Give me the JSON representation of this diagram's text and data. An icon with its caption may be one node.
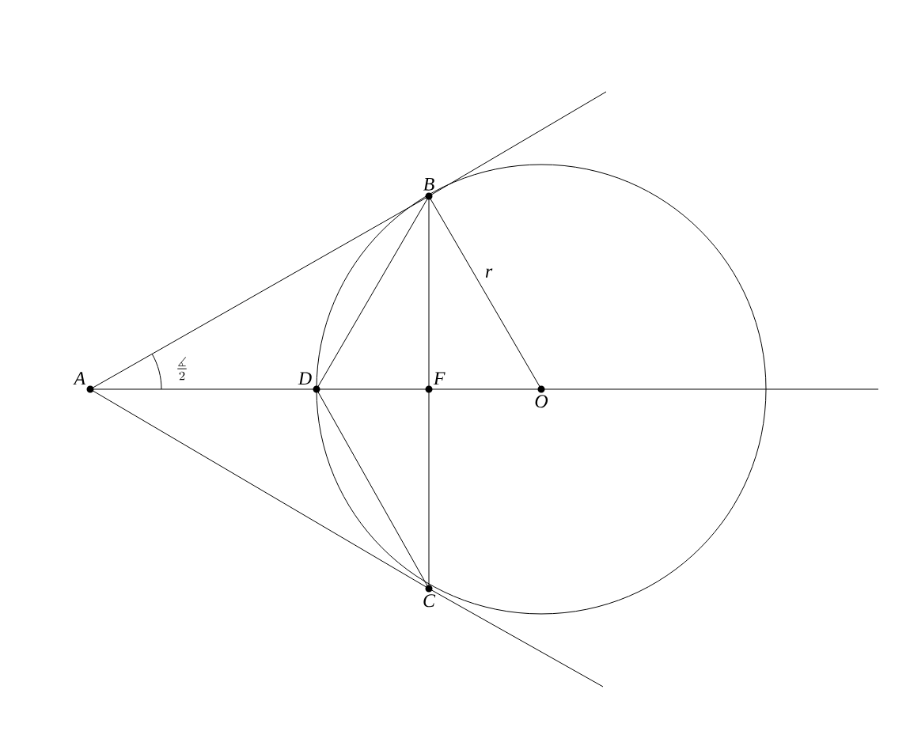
{
  "diagram": {
    "nodes": [
      {
        "text": [
          "A"
        ]
      },
      {
        "text": [
          "B"
        ]
      },
      {
        "text": [
          "C"
        ]
      },
      {
        "text": [
          "D"
        ]
      },
      {
        "text": [
          "F"
        ]
      },
      {
        "text": [
          "O"
        ]
      }
    ],
    "edges": [
      {
        "from": 0,
        "to": 1,
        "arrow": "none"
      },
      {
        "from": 0,
        "to": 2,
        "arrow": "none"
      },
      {
        "from": 0,
        "to": 3,
        "arrow": "none"
      },
      {
        "from": 3,
        "to": 4,
        "arrow": "none"
      },
      {
        "from": 4,
        "to": 5,
        "arrow": "none"
      },
      {
        "from": 1,
        "to": 4,
        "arrow": "none"
      },
      {
        "from": 4,
        "to": 2,
        "arrow": "none"
      },
      {
        "from": 1,
        "to": 3,
        "arrow": "none"
      },
      {
        "from": 3,
        "to": 2,
        "arrow": "none"
      },
      {
        "from": 1,
        "to": 5,
        "arrow": "none",
        "label": "r"
      }
    ],
    "labels": [
      "\\frac{\\measuredangle}{2}"
    ]
  }
}
